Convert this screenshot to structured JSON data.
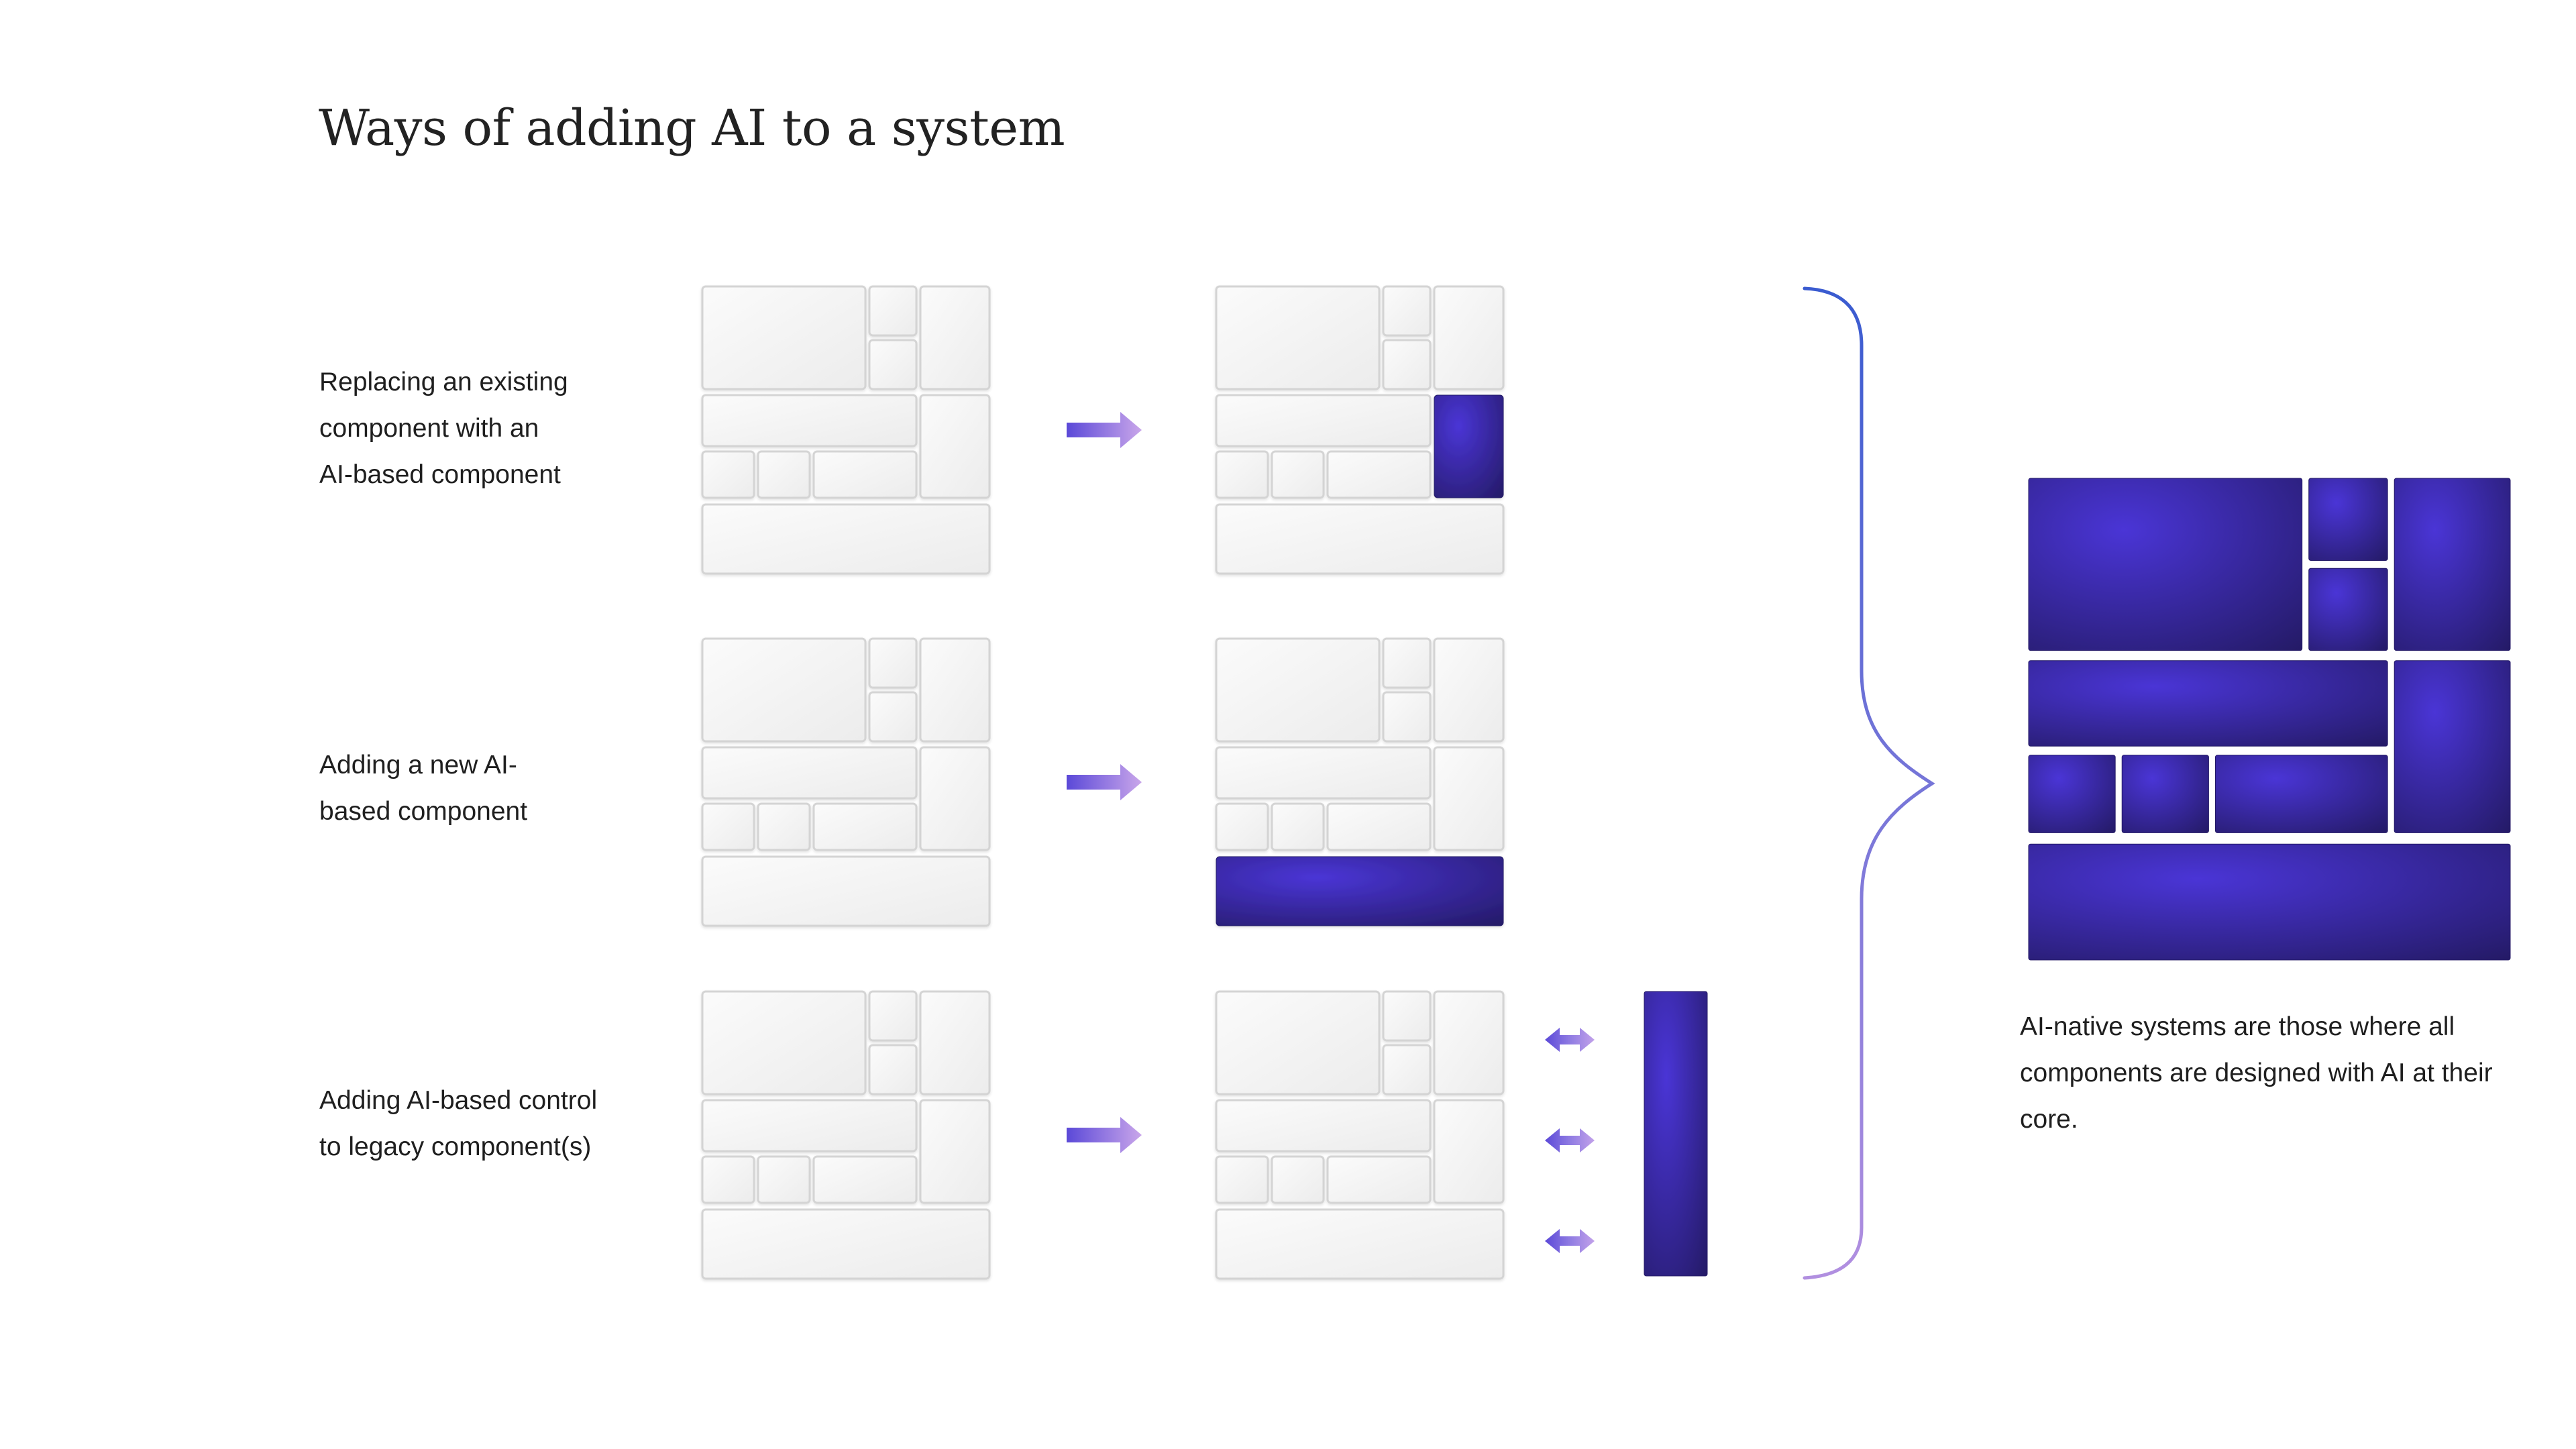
{
  "title": "Ways of adding AI to a system",
  "rows": [
    {
      "label_lines": [
        "Replacing an existing",
        "component with an",
        "AI-based component"
      ],
      "ai_blocks": [
        "right-tall-middle"
      ]
    },
    {
      "label_lines": [
        "Adding a new AI-",
        "based component"
      ],
      "ai_blocks": [
        "bottom-wide"
      ]
    },
    {
      "label_lines": [
        "Adding AI-based control",
        "to legacy component(s)"
      ],
      "ai_blocks": [
        "side-control-bar"
      ]
    }
  ],
  "caption_lines": [
    "AI-native systems are those where all",
    "components are designed with AI at their",
    "core."
  ],
  "colors": {
    "legacy_fill_start": "#fbfbfb",
    "legacy_fill_end": "#ececec",
    "legacy_stroke": "#d4d4d4",
    "ai_center": "#4a35d6",
    "ai_edge": "#241a66",
    "arrow_start": "#5b49d8",
    "arrow_end": "#c9a6ea",
    "brace_top": "#3a5bd0",
    "brace_bottom": "#b18fe0",
    "text": "#1f1f1f"
  },
  "icons": [
    "right-arrow-icon",
    "double-arrow-icon",
    "curly-brace-icon"
  ]
}
